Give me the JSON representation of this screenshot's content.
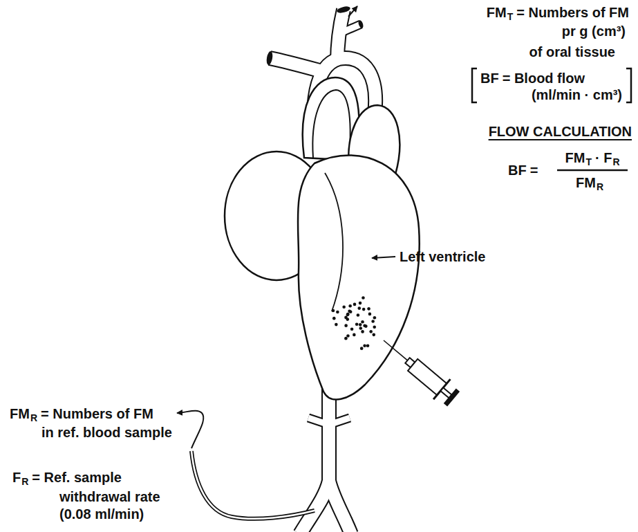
{
  "diagram": {
    "labels": [
      "FM",
      "T",
      "= Numbers of FM",
      "pr g (cm³)",
      "of oral tissue",
      "BF",
      "= Blood flow",
      "(ml/min · cm³)",
      "FLOW CALCULATION",
      "BF",
      "=",
      "FM",
      "T",
      "· F",
      "R",
      "FM",
      "R",
      "Left ventricle",
      "FM",
      "R",
      "= Numbers of FM",
      "in ref. blood sample",
      "F",
      "R",
      "= Ref. sample",
      "withdrawal rate",
      "(0.08 ml/min)"
    ]
  }
}
